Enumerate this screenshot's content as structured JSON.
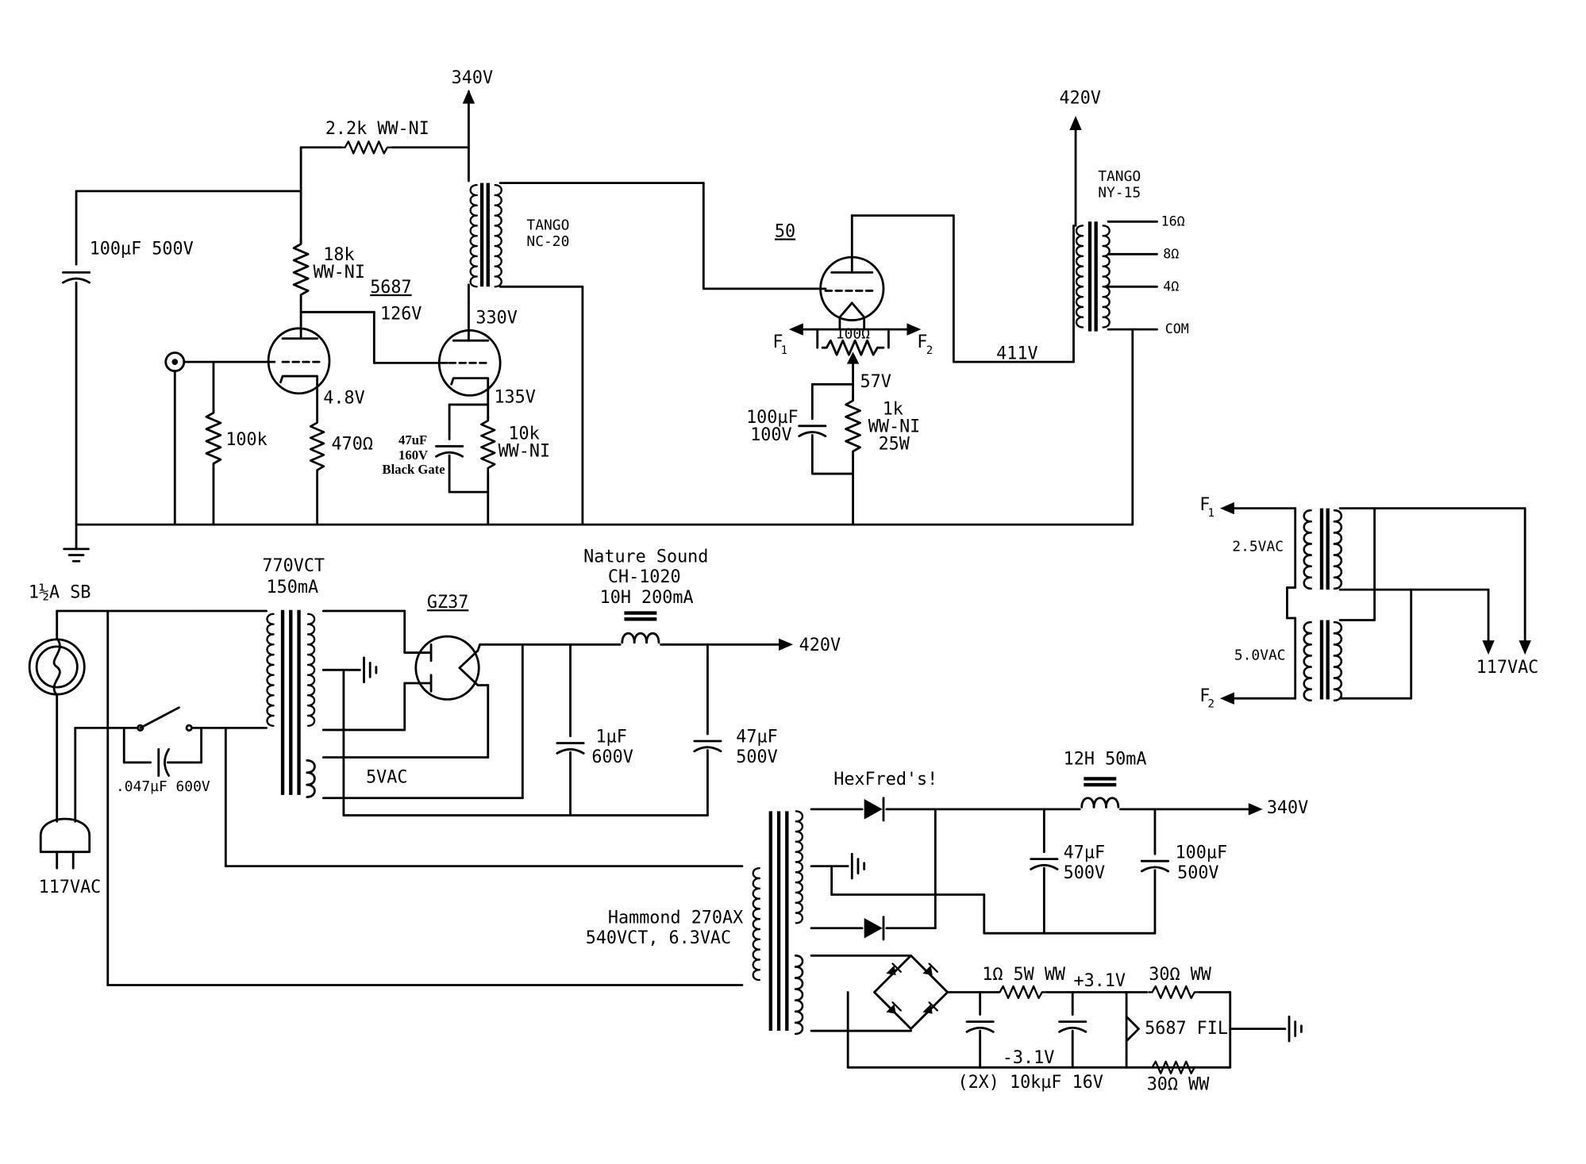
{
  "labels": {
    "v340_top": "340V",
    "r_2k2": "2.2k WW-NI",
    "c_100uF_500V": "100µF 500V",
    "r_18k": "18k",
    "r_18k_type": "WW-NI",
    "tube_5687": "5687",
    "v126": "126V",
    "v330": "330V",
    "tango": "TANGO",
    "nc20": "NC-20",
    "r_100k": "100k",
    "v4_8": "4.8V",
    "r_470": "470Ω",
    "v135": "135V",
    "c_47uF": "47uF",
    "c_160V": "160V",
    "black_gate": "Black Gate",
    "r_10k": "10k",
    "r_10k_type": "WW-NI",
    "tube_50": "50",
    "f1": "F",
    "f2": "F",
    "sub1": "1",
    "sub2": "2",
    "r_100ohm": "100Ω",
    "v57": "57V",
    "c_100uF": "100µF",
    "c_100V": "100V",
    "r_1k": "1k",
    "r_1k_type": "WW-NI",
    "r_1k_watt": "25W",
    "v411": "411V",
    "v420_top": "420V",
    "tango2": "TANGO",
    "ny15": "NY-15",
    "tap_16": "16Ω",
    "tap_8": "8Ω",
    "tap_4": "4Ω",
    "tap_com": "COM",
    "fuse": "1½A SB",
    "pt_770": "770VCT",
    "pt_150": "150mA",
    "gz37": "GZ37",
    "nature": "Nature Sound",
    "ch1020": "CH-1020",
    "ch_spec": "10H 200mA",
    "v420_supply": "420V",
    "c_1uF": "1µF",
    "c_600V": "600V",
    "c_47uF2": "47µF",
    "c_500V": "500V",
    "vac5": "5VAC",
    "c_047": ".047µF 600V",
    "vac117_plug": "117VAC",
    "hexfred": "HexFred's!",
    "choke12": "12H 50mA",
    "v340_supply": "340V",
    "c_47uF3": "47µF",
    "c_500V3": "500V",
    "c_100uF3": "100µF",
    "c_500V4": "500V",
    "hammond": "Hammond 270AX",
    "hammond_spec": "540VCT, 6.3VAC",
    "r_1ohm": "1Ω 5W WW",
    "v_p31": "+3.1V",
    "r_30a": "30Ω WW",
    "fil5687": "5687 FIL",
    "v_m31": "-3.1V",
    "c_10k": "(2X) 10kµF 16V",
    "r_30b": "30Ω WW",
    "vac25": "2.5VAC",
    "vac50": "5.0VAC",
    "vac117_fil": "117VAC"
  }
}
